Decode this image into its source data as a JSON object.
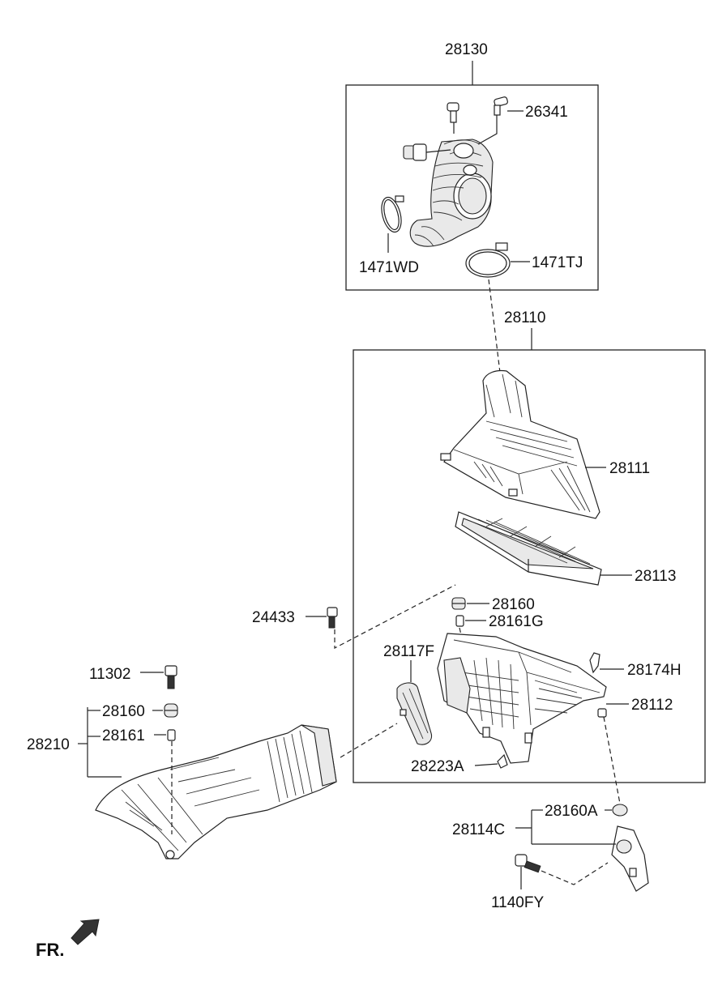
{
  "diagram": {
    "labels": {
      "p28130": "28130",
      "p26341": "26341",
      "p1471WD": "1471WD",
      "p1471TJ": "1471TJ",
      "p28110": "28110",
      "p28111": "28111",
      "p28113": "28113",
      "p24433": "24433",
      "p28160_upper": "28160",
      "p28161G": "28161G",
      "p28117F": "28117F",
      "p28174H": "28174H",
      "p11302": "11302",
      "p28112": "28112",
      "p28160_left": "28160",
      "p28210": "28210",
      "p28161": "28161",
      "p28223A": "28223A",
      "p28160A": "28160A",
      "p28114C": "28114C",
      "p1140FY": "1140FY",
      "front": "FR."
    },
    "icons": {
      "front_arrow": "arrow-down-left-icon"
    }
  }
}
